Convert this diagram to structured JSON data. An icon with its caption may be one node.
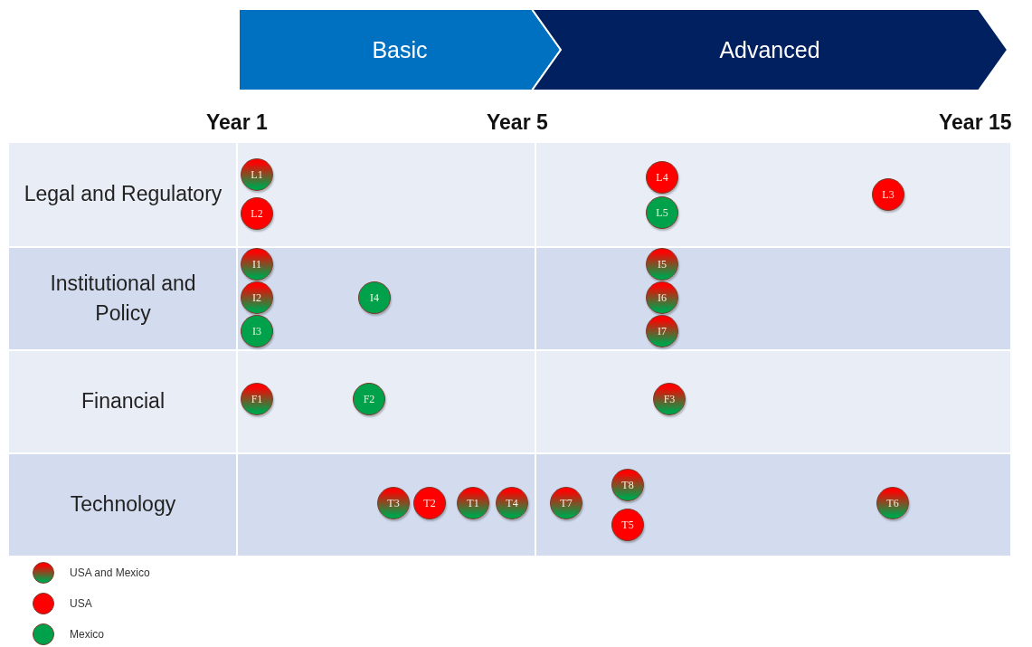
{
  "diagram": {
    "nodes": [
      {
        "text": [
          "Basic"
        ]
      },
      {
        "text": [
          "Advanced"
        ]
      },
      {
        "text": [
          "Legal and Regulatory"
        ]
      },
      {
        "text": [
          "L1"
        ],
        "in": 2
      },
      {
        "text": [
          "L2"
        ],
        "in": 2
      },
      {
        "text": [
          "L4"
        ],
        "in": 2
      },
      {
        "text": [
          "L5"
        ],
        "in": 2
      },
      {
        "text": [
          "L3"
        ],
        "in": 2
      },
      {
        "text": [
          "Institutional and Policy"
        ]
      },
      {
        "text": [
          "I1"
        ],
        "in": 8
      },
      {
        "text": [
          "I2"
        ],
        "in": 8
      },
      {
        "text": [
          "I3"
        ],
        "in": 8
      },
      {
        "text": [
          "I4"
        ],
        "in": 8
      },
      {
        "text": [
          "I5"
        ],
        "in": 8
      },
      {
        "text": [
          "I6"
        ],
        "in": 8
      },
      {
        "text": [
          "I7"
        ],
        "in": 8
      },
      {
        "text": [
          "Financial"
        ]
      },
      {
        "text": [
          "F1"
        ],
        "in": 16
      },
      {
        "text": [
          "F2"
        ],
        "in": 16
      },
      {
        "text": [
          "F3"
        ],
        "in": 16
      },
      {
        "text": [
          "Technology"
        ]
      },
      {
        "text": [
          "T3"
        ],
        "in": 20
      },
      {
        "text": [
          "T2"
        ],
        "in": 20
      },
      {
        "text": [
          "T1"
        ],
        "in": 20
      },
      {
        "text": [
          "T4"
        ],
        "in": 20
      },
      {
        "text": [
          "T7"
        ],
        "in": 20
      },
      {
        "text": [
          "T8"
        ],
        "in": 20
      },
      {
        "text": [
          "T5"
        ],
        "in": 20
      },
      {
        "text": [
          "T6"
        ],
        "in": 20
      }
    ],
    "labels": [
      "Year 1",
      "Year 5",
      "Year 15"
    ],
    "legend": [
      {
        "text": "USA and Mexico"
      },
      {
        "text": "USA",
        "color": "#ff0000"
      },
      {
        "text": "Mexico",
        "color": "#00a14b"
      }
    ]
  }
}
